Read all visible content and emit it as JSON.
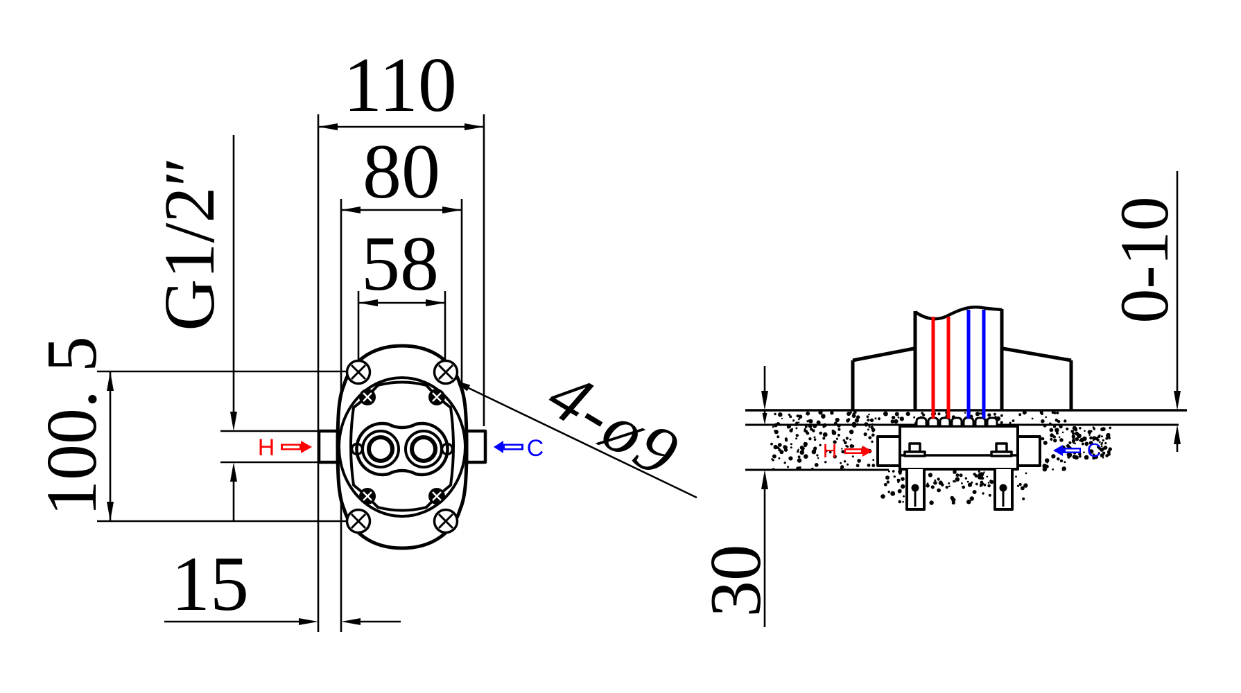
{
  "drawing": {
    "front_view": {
      "dim_overall_width": "110",
      "dim_mid_width": "80",
      "dim_hole_spacing_h": "58",
      "dim_hole_spacing_v": "100. 5",
      "dim_face_offset": "15",
      "thread_label": "G1/2″",
      "holes_label": "4-ø9",
      "hot_label": "H",
      "cold_label": "C"
    },
    "section_view": {
      "dim_adjust_depth": "0-10",
      "dim_box_depth": "30",
      "hot_label": "H",
      "cold_label": "C"
    },
    "colors": {
      "hot": "#ff0000",
      "cold": "#0000ff",
      "line": "#000000",
      "background": "#ffffff"
    }
  }
}
